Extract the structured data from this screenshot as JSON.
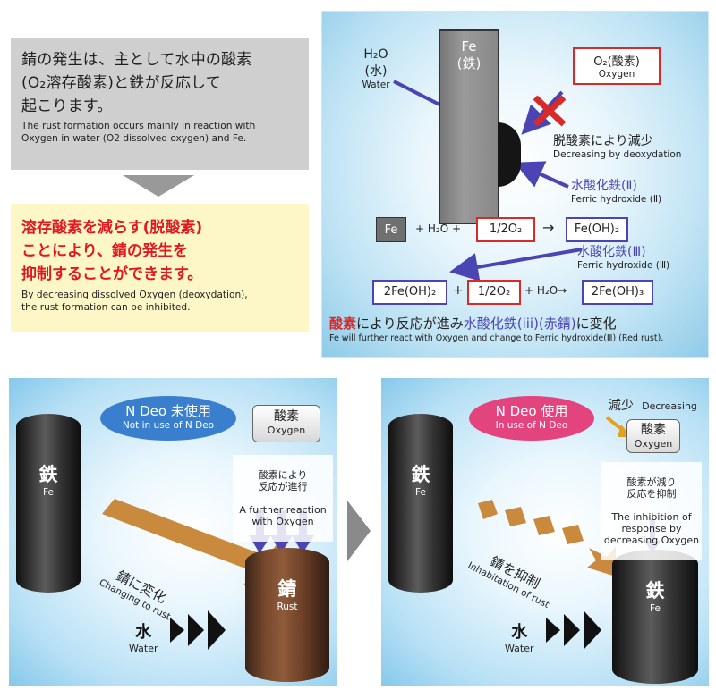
{
  "intro": {
    "jp": "錆の発生は、主として水中の酸素\n(O₂溶存酸素)と鉄が反応して\n起こります。",
    "en": "The rust formation occurs mainly in reaction with\nOxygen in water (O2 dissolved oxygen) and Fe."
  },
  "conclusion": {
    "jp": "溶存酸素を減らす(脱酸素)\nことにより、錆の発生を\n抑制することができます。",
    "en": "By decreasing dissolved Oxygen (deoxydation),\nthe rust formation can be inhibited."
  },
  "reaction_diagram": {
    "h2o": {
      "formula": "H₂O",
      "jp": "(水)",
      "en": "Water"
    },
    "fe": {
      "formula": "Fe",
      "jp": "(鉄)"
    },
    "o2": {
      "formula": "O₂(酸素)",
      "en": "Oxygen"
    },
    "deoxy": {
      "jp": "脱酸素により減少",
      "en": "Decreasing by deoxydation"
    },
    "ferric2": {
      "jp": "水酸化鉄(Ⅱ)",
      "en": "Ferric hydroxide (Ⅱ)"
    },
    "ferric3": {
      "jp": "水酸化鉄(Ⅲ)",
      "en": "Ferric hydroxide (Ⅲ)"
    },
    "eq1": {
      "fe": "Fe",
      "plus1": "+ H₂O +",
      "half_o2": "1/2O₂",
      "arrow": "→",
      "product": "Fe(OH)₂"
    },
    "eq2": {
      "reactant": "2Fe(OH)₂",
      "plus1": "+",
      "half_o2": "1/2O₂",
      "plus2": "+ H₂O→",
      "product": "2Fe(OH)₃"
    },
    "summary": {
      "jp_red": "酸素",
      "jp_mid": "により反応が進み",
      "jp_blue": "水酸化鉄(iii)(赤錆)",
      "jp_end": "に変化",
      "en": "Fe will further react with Oxygen and change to Ferric hydroxide(Ⅲ) (Red rust)."
    }
  },
  "panel_without": {
    "badge": {
      "jp": "N Deo 未使用",
      "en": "Not in use of N Deo"
    },
    "oxygen": {
      "jp": "酸素",
      "en": "Oxygen"
    },
    "note": {
      "jp": "酸素により\n反応が進行",
      "en": "A further reaction\nwith Oxygen"
    },
    "iron": {
      "jp": "鉄",
      "en": "Fe"
    },
    "rust": {
      "jp": "錆",
      "en": "Rust"
    },
    "arrow_label": {
      "jp": "錆に変化",
      "en": "Changing to rust"
    },
    "water": {
      "jp": "水",
      "en": "Water"
    }
  },
  "panel_with": {
    "badge": {
      "jp": "N Deo 使用",
      "en": "In use of N Deo"
    },
    "decreasing": {
      "jp": "減少",
      "en": "Decreasing"
    },
    "oxygen": {
      "jp": "酸素",
      "en": "Oxygen"
    },
    "note": {
      "jp": "酸素が減り\n反応を抑制",
      "en": "The inhibition of\nresponse by\ndecreasing Oxygen"
    },
    "iron_top": {
      "jp": "鉄",
      "en": "Fe"
    },
    "iron_bottom": {
      "jp": "鉄",
      "en": "Fe"
    },
    "arrow_label": {
      "jp": "錆を抑制",
      "en": "Inhabitation of rust"
    },
    "water": {
      "jp": "水",
      "en": "Water"
    }
  },
  "colors": {
    "red": "#d92a2a",
    "blue": "#4b45b4",
    "rust_arrow": "#c98a3d",
    "badge_blue": "#3a7fce",
    "badge_pink": "#e4447e"
  }
}
